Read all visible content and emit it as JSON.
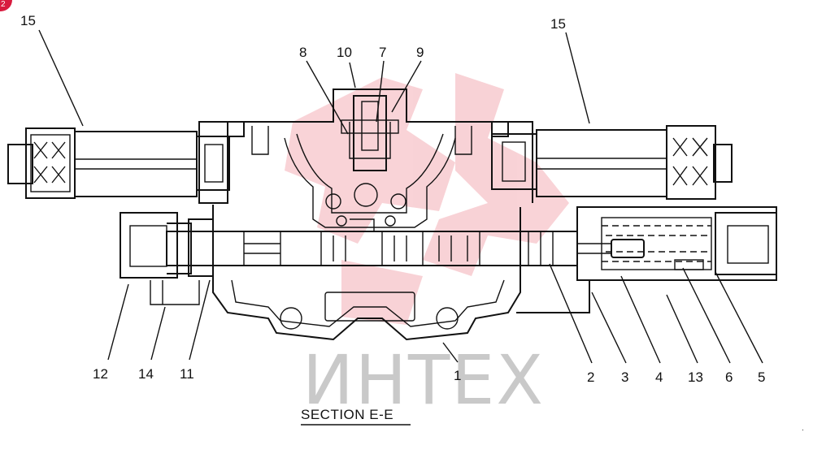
{
  "badge": "2",
  "caption": "SECTION E-E",
  "watermark": "ИHTEX",
  "parts": {
    "p15_left": "15",
    "p15_right": "15",
    "p8": "8",
    "p10": "10",
    "p7": "7",
    "p9": "9",
    "p12": "12",
    "p14": "14",
    "p11": "11",
    "p1": "1",
    "p2": "2",
    "p3": "3",
    "p4": "4",
    "p13": "13",
    "p6": "6",
    "p5": "5"
  },
  "colors": {
    "line": "#111111",
    "watermark_red": "#e8606f",
    "watermark_gray": "#c9c9c9"
  }
}
